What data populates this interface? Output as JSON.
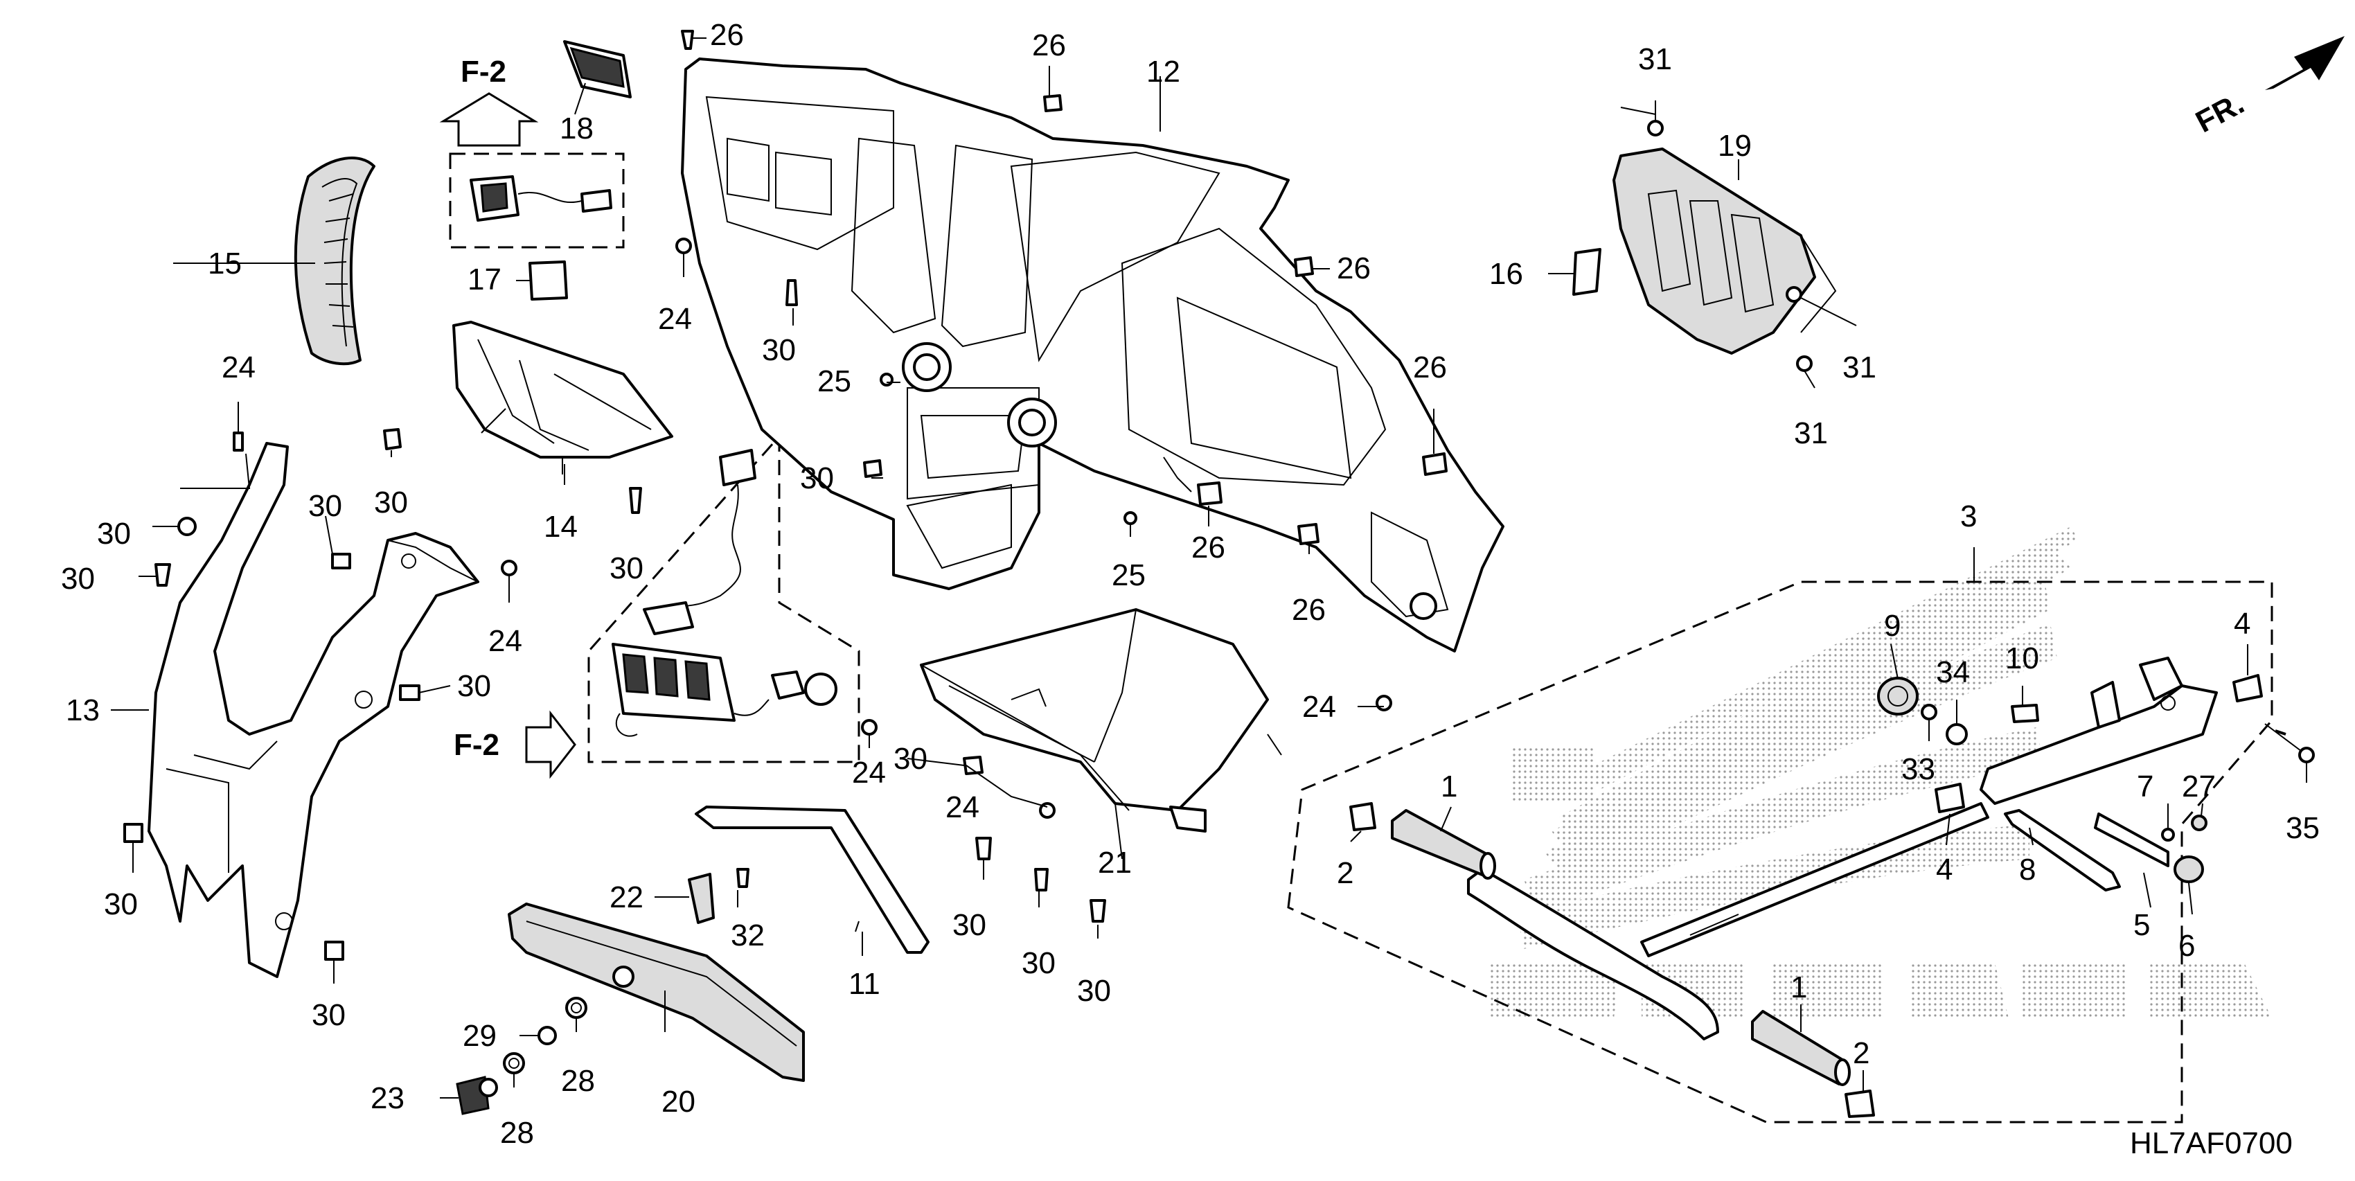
{
  "diagram": {
    "code": "HL7AF0700",
    "direction": "FR.",
    "refs": {
      "f2_top": "F-2",
      "f2_mid": "F-2"
    },
    "labels": {
      "l1a": "1",
      "l1b": "1",
      "l2a": "2",
      "l2b": "2",
      "l3": "3",
      "l4a": "4",
      "l4b": "4",
      "l5": "5",
      "l6": "6",
      "l7": "7",
      "l8": "8",
      "l9": "9",
      "l10": "10",
      "l11": "11",
      "l12": "12",
      "l13": "13",
      "l14": "14",
      "l15": "15",
      "l16": "16",
      "l17": "17",
      "l18": "18",
      "l19": "19",
      "l20": "20",
      "l21": "21",
      "l22": "22",
      "l23": "23",
      "l24a": "24",
      "l24b": "24",
      "l24c": "24",
      "l24d": "24",
      "l24e": "24",
      "l24f": "24",
      "l25a": "25",
      "l25b": "25",
      "l26a": "26",
      "l26b": "26",
      "l26c": "26",
      "l26d": "26",
      "l26e": "26",
      "l26f": "26",
      "l27": "27",
      "l28a": "28",
      "l28b": "28",
      "l29": "29",
      "l30a": "30",
      "l30b": "30",
      "l30c": "30",
      "l30d": "30",
      "l30e": "30",
      "l30f": "30",
      "l30g": "30",
      "l30h": "30",
      "l30i": "30",
      "l30j": "30",
      "l30k": "30",
      "l30l": "30",
      "l30m": "30",
      "l30n": "30",
      "l31a": "31",
      "l31b": "31",
      "l31c": "31",
      "l32": "32",
      "l33": "33",
      "l34": "34",
      "l35": "35"
    }
  }
}
